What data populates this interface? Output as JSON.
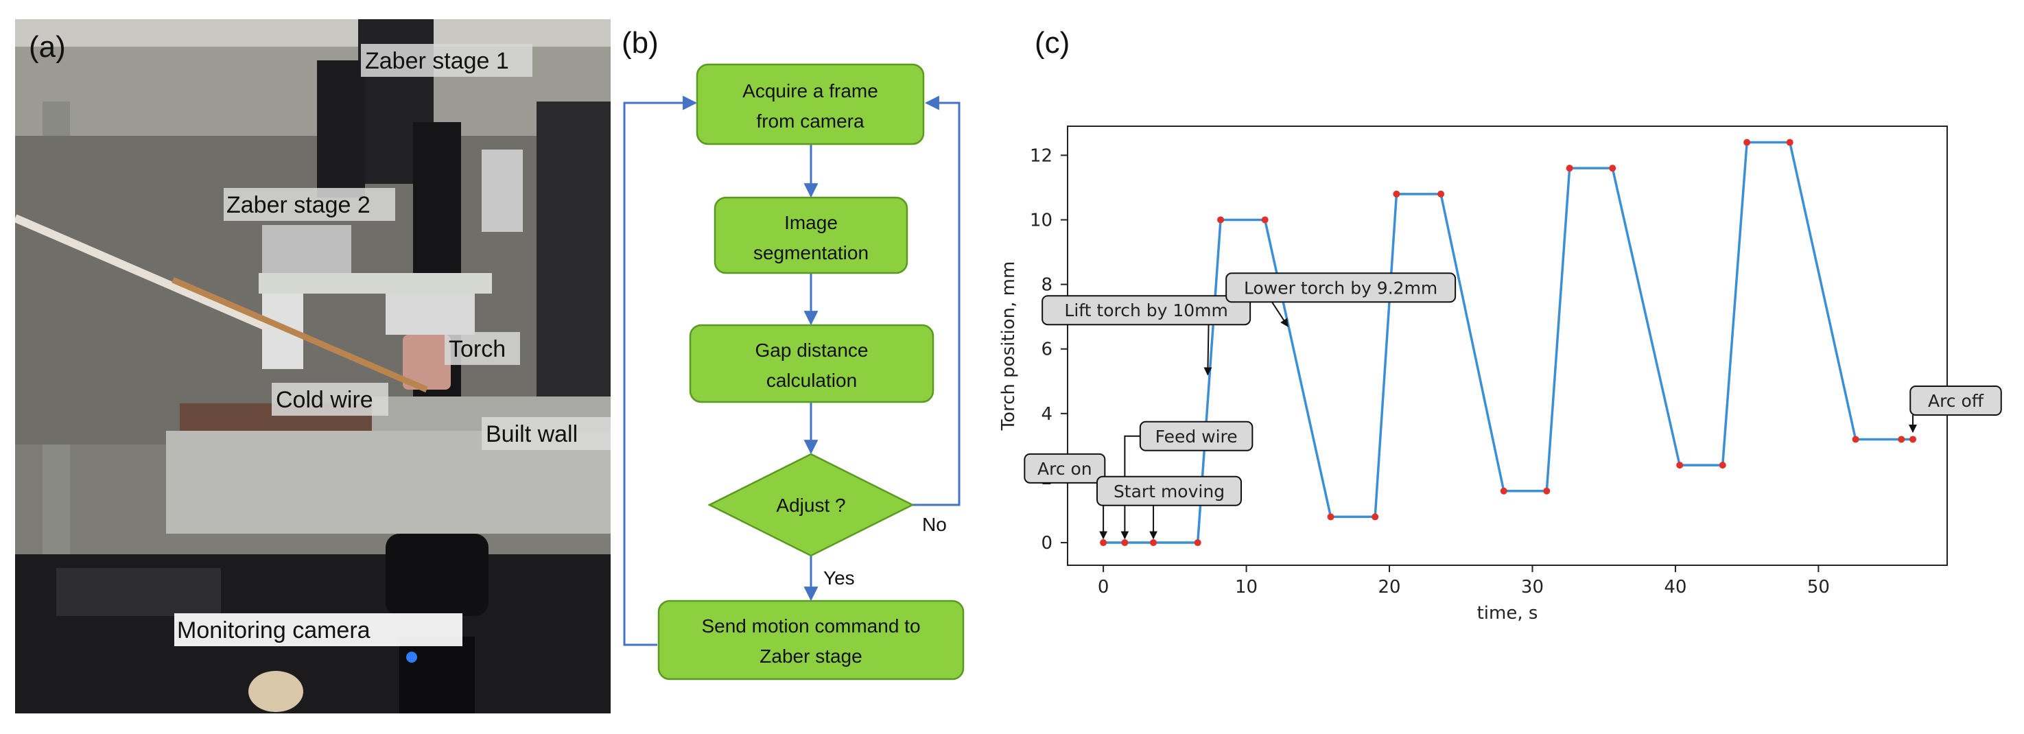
{
  "panels": {
    "a": "(a)",
    "b": "(b)",
    "c": "(c)"
  },
  "photo_labels": {
    "zaber1": "Zaber stage 1",
    "zaber2": "Zaber stage 2",
    "torch": "Torch",
    "cold_wire": "Cold wire",
    "built_wall": "Built wall",
    "camera": "Monitoring camera"
  },
  "flowchart": {
    "acquire": [
      "Acquire a frame",
      "from camera"
    ],
    "segment": [
      "Image",
      "segmentation"
    ],
    "gap": [
      "Gap distance",
      "calculation"
    ],
    "adjust": "Adjust ?",
    "send": [
      "Send motion command to",
      "Zaber stage"
    ],
    "no": "No",
    "yes": "Yes",
    "box_color": "#8ccf3f",
    "border_color": "#5a9a22",
    "arrow_color": "#4472c4"
  },
  "chart_data": {
    "type": "line",
    "xlabel": "time, s",
    "ylabel": "Torch position, mm",
    "xlim": [
      -2.5,
      59
    ],
    "ylim": [
      -0.7,
      12.9
    ],
    "xticks": [
      0,
      10,
      20,
      30,
      40,
      50
    ],
    "yticks": [
      0,
      2,
      4,
      6,
      8,
      10,
      12
    ],
    "line_color": "#3b8fd4",
    "marker_color": "#e0302a",
    "points": [
      [
        0,
        0
      ],
      [
        1.5,
        0
      ],
      [
        3.5,
        0
      ],
      [
        6.6,
        0
      ],
      [
        8.2,
        10
      ],
      [
        11.3,
        10
      ],
      [
        15.9,
        0.8
      ],
      [
        19,
        0.8
      ],
      [
        20.5,
        10.8
      ],
      [
        23.6,
        10.8
      ],
      [
        28,
        1.6
      ],
      [
        31,
        1.6
      ],
      [
        32.6,
        11.6
      ],
      [
        35.6,
        11.6
      ],
      [
        40.3,
        2.4
      ],
      [
        43.3,
        2.4
      ],
      [
        45,
        12.4
      ],
      [
        48,
        12.4
      ],
      [
        52.6,
        3.2
      ],
      [
        55.8,
        3.2
      ],
      [
        56.6,
        3.2
      ]
    ],
    "annotations": [
      {
        "text": "Arc on",
        "tx": -2.7,
        "ty": 2.3,
        "ax": 0,
        "ay": 0,
        "route": "elbow"
      },
      {
        "text": "Feed wire",
        "tx": 6.5,
        "ty": 3.3,
        "ax": 1.5,
        "ay": 0,
        "route": "elbow"
      },
      {
        "text": "Start moving",
        "tx": 4.6,
        "ty": 1.6,
        "ax": 3.5,
        "ay": 0,
        "route": "elbow"
      },
      {
        "text": "Lift torch by 10mm",
        "tx": 3,
        "ty": 7.2,
        "ax": 7.3,
        "ay": 5.2,
        "route": "straight"
      },
      {
        "text": "Lower torch by 9.2mm",
        "tx": 16.6,
        "ty": 7.9,
        "ax": 12.9,
        "ay": 6.7,
        "route": "straight"
      },
      {
        "text": "Arc off",
        "tx": 59.6,
        "ty": 4.4,
        "ax": 56.6,
        "ay": 3.3,
        "route": "elbow"
      }
    ]
  }
}
